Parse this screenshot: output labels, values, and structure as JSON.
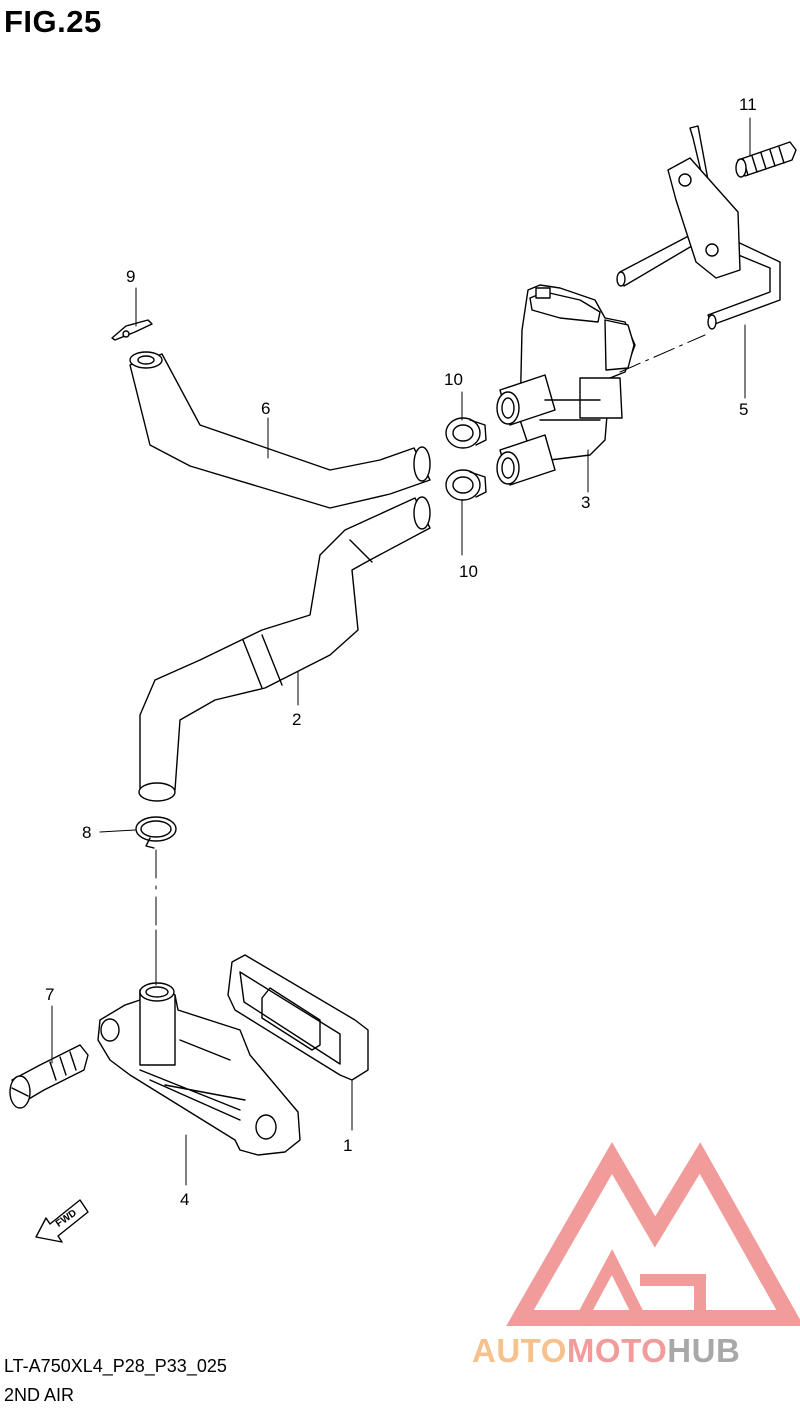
{
  "figure": {
    "title": "FIG.25",
    "code": "LT-A750XL4_P28_P33_025",
    "name": "2ND AIR"
  },
  "callouts": [
    "1",
    "2",
    "3",
    "4",
    "5",
    "6",
    "7",
    "8",
    "9",
    "10",
    "10",
    "11"
  ],
  "fwd_label": "FWD",
  "watermark": {
    "part1": "AUTO",
    "part2": "MOTO",
    "part3": "HUB",
    "color_orange": "#f5b77a",
    "color_red": "#f08a8a",
    "color_gray": "#9a9a9a"
  }
}
